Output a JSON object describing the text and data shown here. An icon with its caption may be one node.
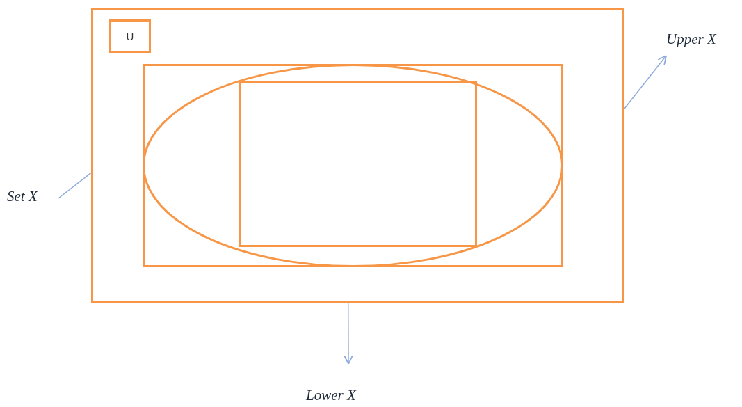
{
  "diagram": {
    "nodes": [
      {
        "text": [],
        "shape": "box"
      },
      {
        "text": [
          "U"
        ],
        "in": 0
      },
      {
        "text": [],
        "shape": "box",
        "in": 0
      },
      {
        "text": [],
        "shape": "ellipse",
        "in": 2
      },
      {
        "text": [],
        "shape": "box",
        "in": 3
      },
      {
        "text": [
          "Set X"
        ]
      },
      {
        "text": [
          "Upper X"
        ]
      },
      {
        "text": [
          "Lower X"
        ]
      }
    ],
    "edges": [
      {
        "from": 5,
        "to": 0,
        "arrow": "none"
      },
      {
        "from": 0,
        "to": 6,
        "arrow": "to"
      },
      {
        "from": 0,
        "to": 7,
        "arrow": "to"
      }
    ]
  }
}
